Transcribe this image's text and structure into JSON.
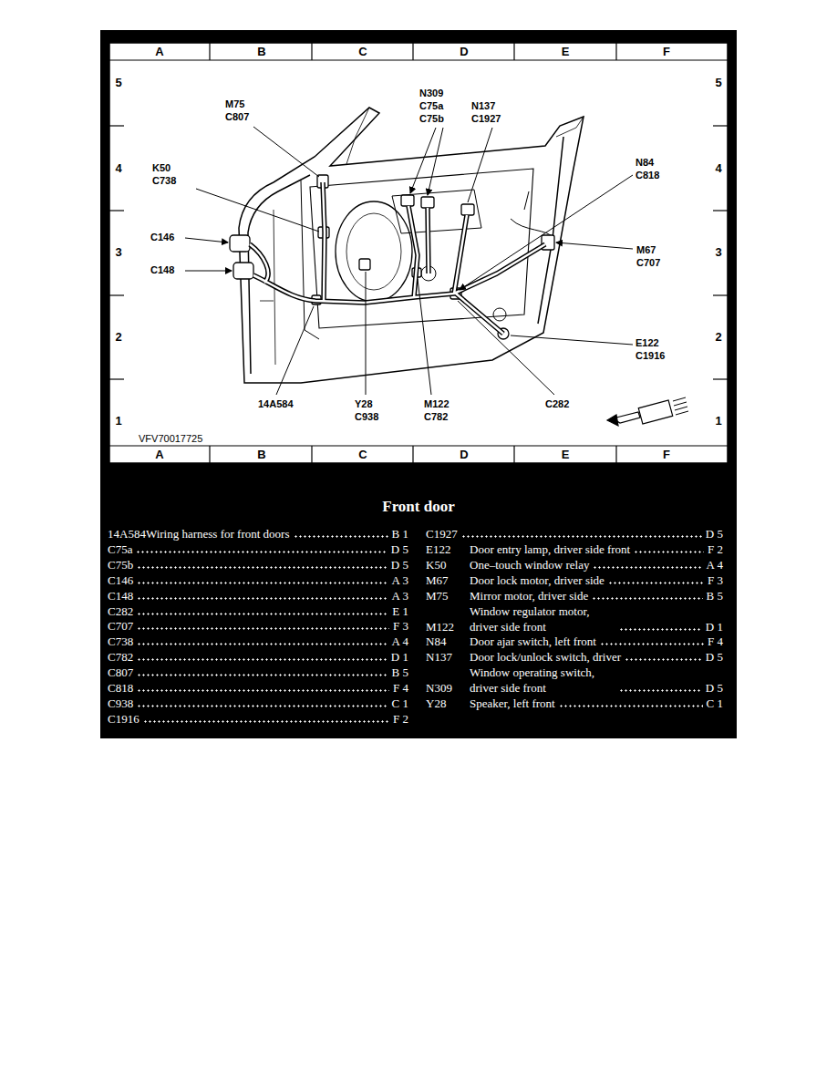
{
  "diagram": {
    "title": "Front door",
    "labels": [
      "A",
      "B",
      "C",
      "D",
      "E",
      "F",
      "A",
      "B",
      "C",
      "D",
      "E",
      "F",
      "5",
      "4",
      "3",
      "2",
      "1",
      "5",
      "4",
      "3",
      "2",
      "1",
      "M75",
      "C807",
      "N309",
      "C75a",
      "C75b",
      "N137",
      "C1927",
      "K50",
      "C738",
      "N84",
      "C818",
      "C146",
      "C148",
      "M67",
      "C707",
      "E122",
      "C1916",
      "14A584",
      "Y28",
      "C938",
      "M122",
      "C782",
      "C282",
      "VFV70017725",
      "14A584",
      "Wiring harness for front doors",
      "B 1",
      "C75a",
      "D 5",
      "C75b",
      "D 5",
      "C146",
      "A 3",
      "C148",
      "A 3",
      "C282",
      "E 1",
      "C707",
      "F 3",
      "C738",
      "A 4",
      "C782",
      "D 1",
      "C807",
      "B 5",
      "C818",
      "F 4",
      "C938",
      "C 1",
      "C1916",
      "F 2",
      "C1927",
      "D 5",
      "E122",
      "Door entry lamp, driver side front",
      "F 2",
      "K50",
      "One–touch window relay",
      "A 4",
      "M67",
      "Door lock motor, driver side",
      "F 3",
      "M75",
      "Mirror motor, driver side",
      "B 5",
      "M122",
      "Window regulator motor, driver side front",
      "D 1",
      "N84",
      "Door ajar switch, left front",
      "F 4",
      "N137",
      "Door lock/unlock switch, driver",
      "D 5",
      "N309",
      "Window operating switch, driver side front",
      "D 5",
      "Y28",
      "Speaker, left front",
      "C 1"
    ]
  }
}
